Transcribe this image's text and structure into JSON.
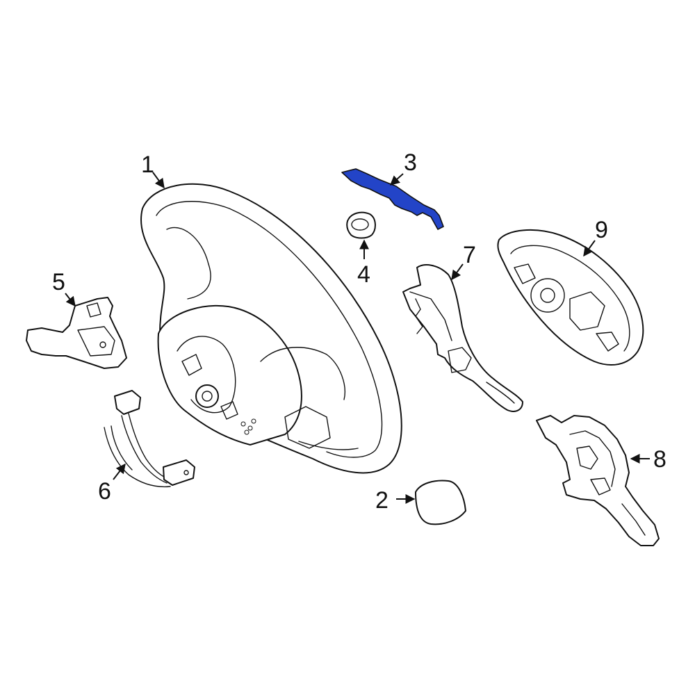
{
  "diagram": {
    "highlight_color": "#2344c7",
    "line_color": "#111111",
    "background": "#ffffff",
    "callouts": [
      {
        "id": "1",
        "label": "1"
      },
      {
        "id": "2",
        "label": "2"
      },
      {
        "id": "3",
        "label": "3"
      },
      {
        "id": "4",
        "label": "4"
      },
      {
        "id": "5",
        "label": "5"
      },
      {
        "id": "6",
        "label": "6"
      },
      {
        "id": "7",
        "label": "7"
      },
      {
        "id": "8",
        "label": "8"
      },
      {
        "id": "9",
        "label": "9"
      }
    ],
    "highlighted_part": "3"
  }
}
